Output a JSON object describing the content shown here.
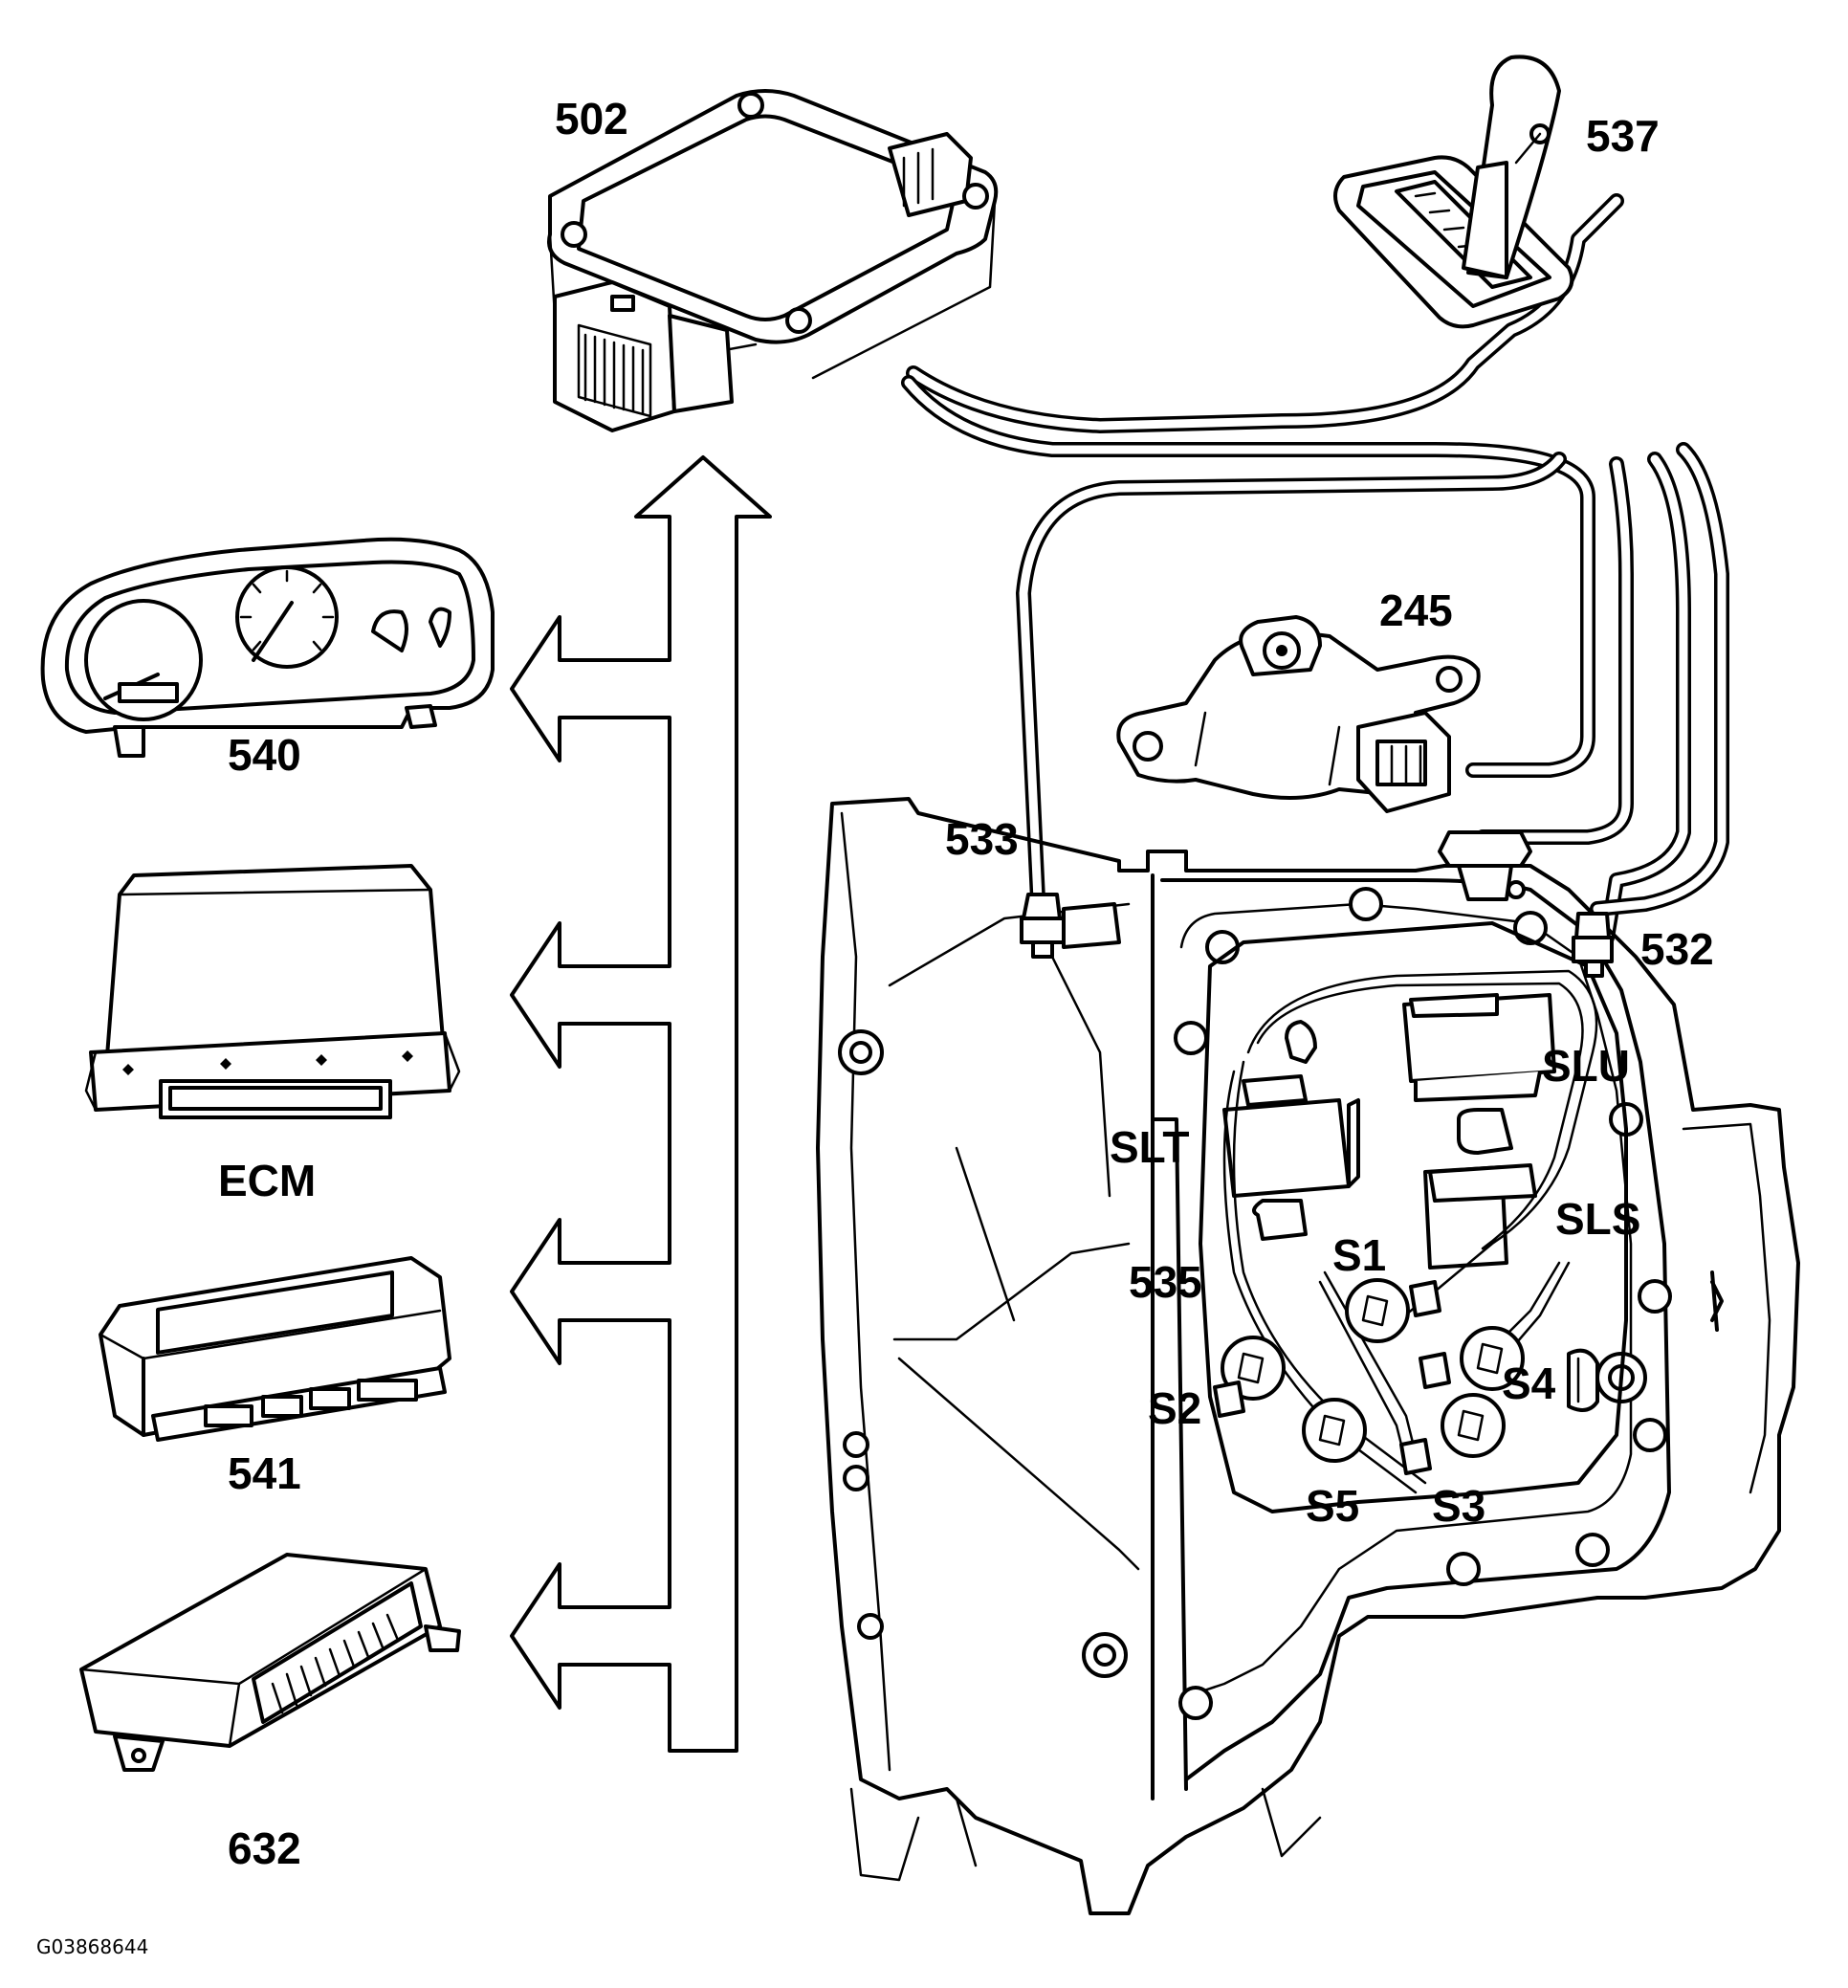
{
  "diagram": {
    "image_id_text": "G03868644",
    "labels": {
      "tcm": "502",
      "gear_selector": "537",
      "range_sensor": "245",
      "instrument_cluster": "540",
      "ecm": "ECM",
      "info_display": "541",
      "control_module_632": "632",
      "speed_sensor_533": "533",
      "speed_sensor_532": "532",
      "temp_sensor_535": "535",
      "solenoid_slu": "SLU",
      "solenoid_slt": "SLT",
      "solenoid_sls": "SLS",
      "solenoid_s1": "S1",
      "solenoid_s2": "S2",
      "solenoid_s3": "S3",
      "solenoid_s4": "S4",
      "solenoid_s5": "S5"
    }
  }
}
